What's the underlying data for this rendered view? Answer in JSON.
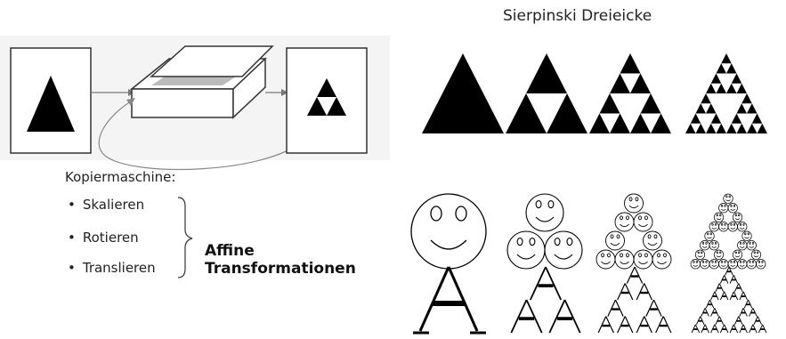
{
  "title": "Sierpinski Dreieicke",
  "copier_label": "Kopiermaschine:",
  "operations": [
    "Skalieren",
    "Rotieren",
    "Translieren"
  ],
  "affine_line1": "Affine",
  "affine_line2": "Transformationen",
  "colors": {
    "fill": "#000000",
    "panel_bg": "#f2f2f2",
    "arrow": "#777777",
    "paper": "#bbbbbb"
  }
}
